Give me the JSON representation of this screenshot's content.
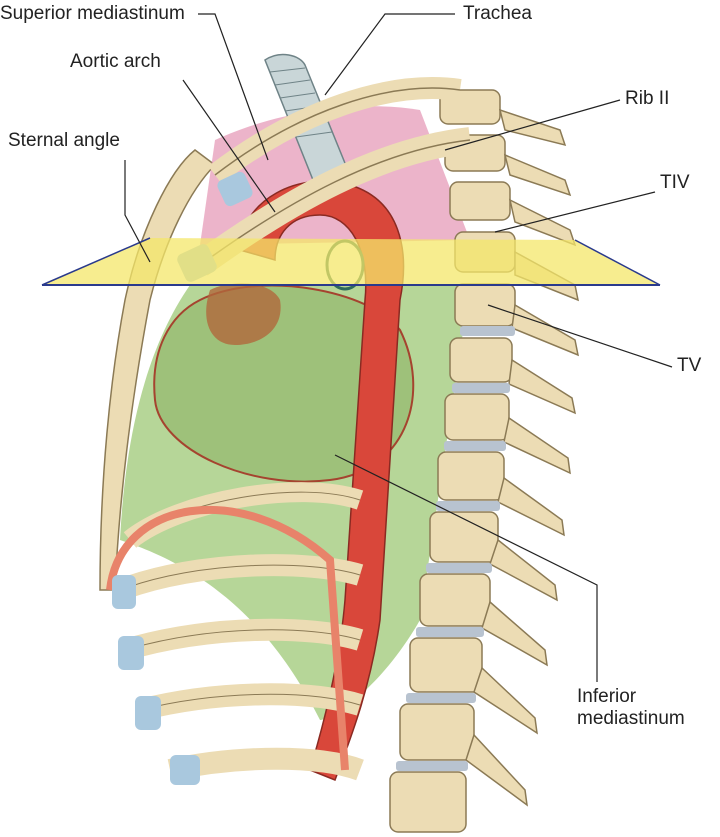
{
  "labels": {
    "superior_mediastinum": "Superior mediastinum",
    "trachea": "Trachea",
    "aortic_arch": "Aortic arch",
    "rib_ii": "Rib II",
    "sternal_angle": "Sternal angle",
    "tiv": "TIV",
    "tv": "TV",
    "inferior_mediastinum_line1": "Inferior",
    "inferior_mediastinum_line2": "mediastinum"
  },
  "colors": {
    "bone": "#ecdcb4",
    "bone_stroke": "#8b7a55",
    "cartilage": "#a9c8de",
    "superior_region": "#e59bb8",
    "inferior_region": "#a9cf86",
    "aorta": "#d9473a",
    "plane": "#f4e76a",
    "plane_edge": "#2a3a8c"
  }
}
